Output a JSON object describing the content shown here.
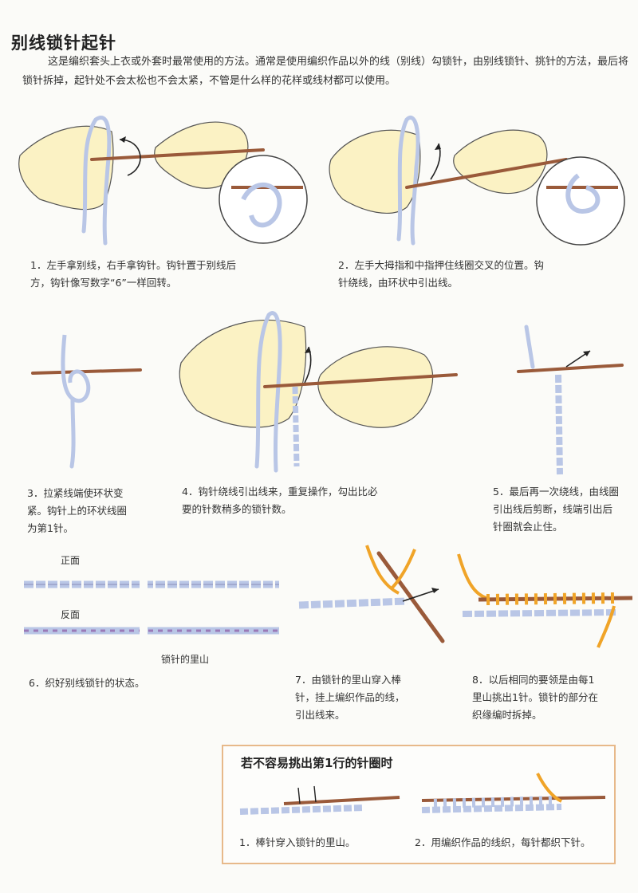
{
  "page": {
    "title": "别线锁针起针",
    "intro": "这是编织套头上衣或外套时最常使用的方法。通常是使用编织作品以外的线（别线）勾锁针，由别线锁针、挑针的方法，最后将锁针拆掉，起针处不会太松也不会太紧，不管是什么样的花样或线材都可以使用。"
  },
  "steps": [
    {
      "line1": "1．左手拿别线，右手拿钩针。钩针置于别线后",
      "line2": "方，钩针像写数字“6”一样回转。"
    },
    {
      "line1": "2．左手大拇指和中指押住线圈交叉的位置。钩",
      "line2": "针绕线，由环状中引出线。"
    },
    {
      "line1": "3．拉紧线端使环状变",
      "line2": "紧。钩针上的环状线圈",
      "line3": "为第1针。"
    },
    {
      "line1": "4．钩针绕线引出线来，重复操作，勾出比必",
      "line2": "要的针数稍多的锁针数。"
    },
    {
      "line1": "5．最后再一次绕线，由线圈",
      "line2": "引出线后剪断，线端引出后",
      "line3": "针圈就会止住。"
    },
    {
      "line1": "6．织好别线锁针的状态。"
    },
    {
      "line1": "7．由锁针的里山穿入棒",
      "line2": "针，挂上编织作品的线，",
      "line3": "引出线来。"
    },
    {
      "line1": "8．以后相同的要领是由每1",
      "line2": "里山挑出1针。锁针的部分在",
      "line3": "织缘编时拆掉。"
    }
  ],
  "chain_labels": {
    "front": "正面",
    "back": "反面",
    "back_bump": "锁针的里山"
  },
  "tip_box": {
    "title": "若不容易挑出第1行的针圈时",
    "cap1": "1．棒针穿入锁针的里山。",
    "cap2": "2．用编织作品的线织，每针都织下针。"
  },
  "colors": {
    "yarn": "#b9c6e6",
    "skin": "#fbf2c4",
    "hook": "#9a5a3a",
    "work_yarn": "#f0a428",
    "box_border": "#e7b98a"
  }
}
